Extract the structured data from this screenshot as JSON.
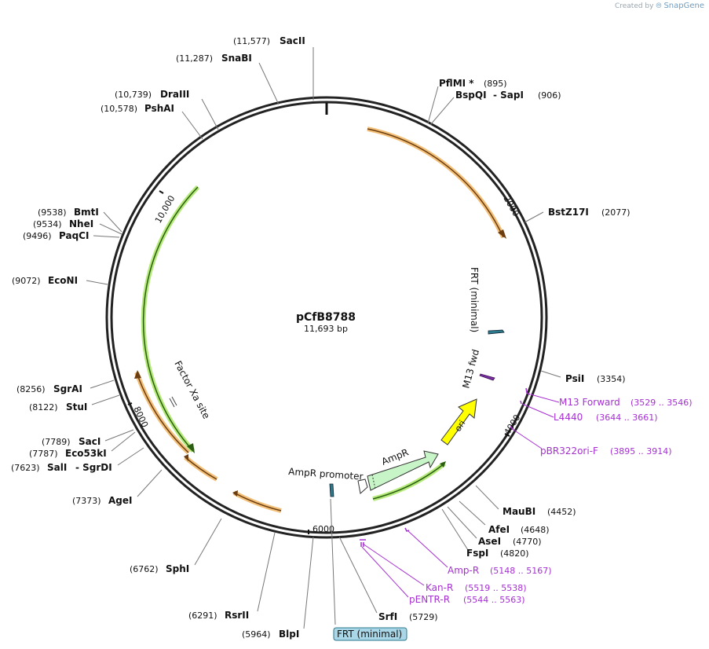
{
  "credit": {
    "prefix": "Created by",
    "brand": "SnapGene"
  },
  "plasmid": {
    "name": "pCfB8788",
    "length_label": "11,693 bp"
  },
  "colors": {
    "backbone": "#222222",
    "orange_feature": "#d9862b",
    "green_feature": "#5ea82e",
    "ampr": "#c8f5c8",
    "ori": "#ffff00",
    "primer": "#a62fd3",
    "frt": "#2b7a8c",
    "frt_box": "#a9d7e8"
  },
  "ticks": [
    {
      "label": "2000",
      "position": 2000
    },
    {
      "label": "4000",
      "position": 4000
    },
    {
      "label": "6000",
      "position": 6000
    },
    {
      "label": "8000",
      "position": 8000
    },
    {
      "label": "10,000",
      "position": 10000
    }
  ],
  "sites": [
    {
      "name": "SacII",
      "pos": "(11,577)"
    },
    {
      "name": "SnaBI",
      "pos": "(11,287)"
    },
    {
      "name": "DraIII",
      "pos": "(10,739)"
    },
    {
      "name": "PshAI",
      "pos": "(10,578)"
    },
    {
      "name": "PflMI *",
      "pos": "(895)"
    },
    {
      "name": "BspQI",
      "pos": "(906)",
      "extra": "-  SapI"
    },
    {
      "name": "BstZ17I",
      "pos": "(2077)"
    },
    {
      "name": "BmtI",
      "pos": "(9538)"
    },
    {
      "name": "NheI",
      "pos": "(9534)"
    },
    {
      "name": "PaqCI",
      "pos": "(9496)"
    },
    {
      "name": "EcoNI",
      "pos": "(9072)"
    },
    {
      "name": "PsiI",
      "pos": "(3354)"
    },
    {
      "name": "SgrAI",
      "pos": "(8256)"
    },
    {
      "name": "StuI",
      "pos": "(8122)"
    },
    {
      "name": "SacI",
      "pos": "(7789)"
    },
    {
      "name": "Eco53kI",
      "pos": "(7787)"
    },
    {
      "name": "SalI",
      "pos": "(7623)",
      "extra": "-  SgrDI"
    },
    {
      "name": "AgeI",
      "pos": "(7373)"
    },
    {
      "name": "SphI",
      "pos": "(6762)"
    },
    {
      "name": "RsrII",
      "pos": "(6291)"
    },
    {
      "name": "BlpI",
      "pos": "(5964)"
    },
    {
      "name": "SrfI",
      "pos": "(5729)"
    },
    {
      "name": "MauBI",
      "pos": "(4452)"
    },
    {
      "name": "AfeI",
      "pos": "(4648)"
    },
    {
      "name": "AseI",
      "pos": "(4770)"
    },
    {
      "name": "FspI",
      "pos": "(4820)"
    }
  ],
  "primers": [
    {
      "name": "M13 Forward",
      "range": "(3529 .. 3546)"
    },
    {
      "name": "L4440",
      "range": "(3644 .. 3661)"
    },
    {
      "name": "pBR322ori-F",
      "range": "(3895 .. 3914)"
    },
    {
      "name": "Amp-R",
      "range": "(5148 .. 5167)"
    },
    {
      "name": "Kan-R",
      "range": "(5519 .. 5538)"
    },
    {
      "name": "pENTR-R",
      "range": "(5544 .. 5563)"
    }
  ],
  "features": [
    {
      "name": "FRT (minimal)"
    },
    {
      "name": "M13 fwd"
    },
    {
      "name": "ori"
    },
    {
      "name": "AmpR"
    },
    {
      "name": "AmpR promoter"
    },
    {
      "name": "Factor Xa site"
    },
    {
      "name": "FRT (minimal)"
    }
  ]
}
